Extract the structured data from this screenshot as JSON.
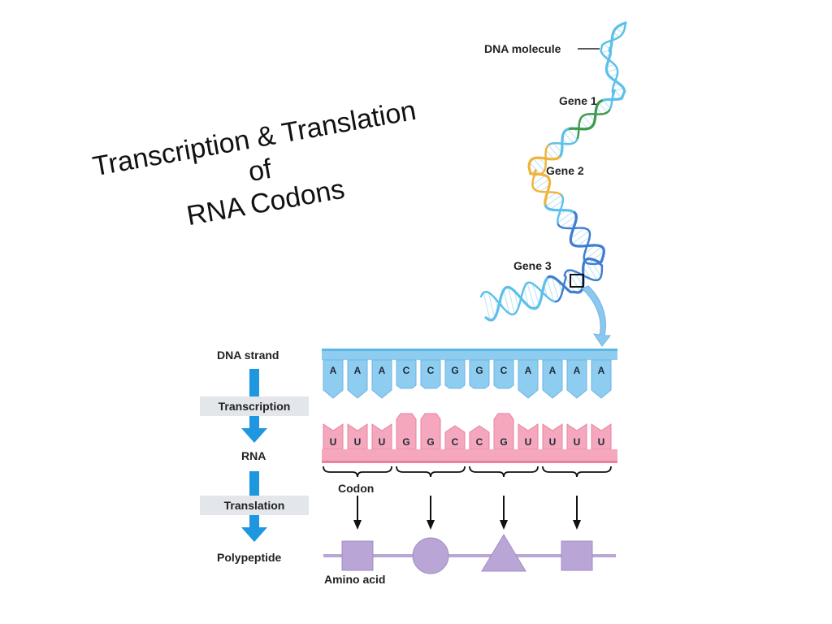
{
  "title": {
    "line1": "Transcription & Translation",
    "line2": "of",
    "line3": "RNA Codons"
  },
  "dna_molecule": {
    "molecule_label": "DNA molecule",
    "gene_labels": [
      "Gene 1",
      "Gene 2",
      "Gene 3"
    ],
    "gene_colors": {
      "gene1": "#3e9a4b",
      "gene2": "#f0b43a",
      "gene3": "#3f7ed1",
      "strand": "#5cc0ea"
    }
  },
  "flow": {
    "dna_strand": "DNA strand",
    "transcription": "Transcription",
    "rna": "RNA",
    "translation": "Translation",
    "polypeptide": "Polypeptide",
    "arrow_color": "#1e96e0"
  },
  "sequences": {
    "dna": [
      "A",
      "A",
      "A",
      "C",
      "C",
      "G",
      "G",
      "C",
      "A",
      "A",
      "A",
      "A"
    ],
    "rna": [
      "U",
      "U",
      "U",
      "G",
      "G",
      "C",
      "C",
      "G",
      "U",
      "U",
      "U",
      "U"
    ],
    "dna_color": "#8fcdf0",
    "rna_color": "#f4a7bd"
  },
  "labels": {
    "codon": "Codon",
    "amino_acid": "Amino acid"
  },
  "amino_acids": {
    "shapes": [
      "square",
      "circle",
      "triangle",
      "square"
    ],
    "color": "#b9a6d6"
  }
}
